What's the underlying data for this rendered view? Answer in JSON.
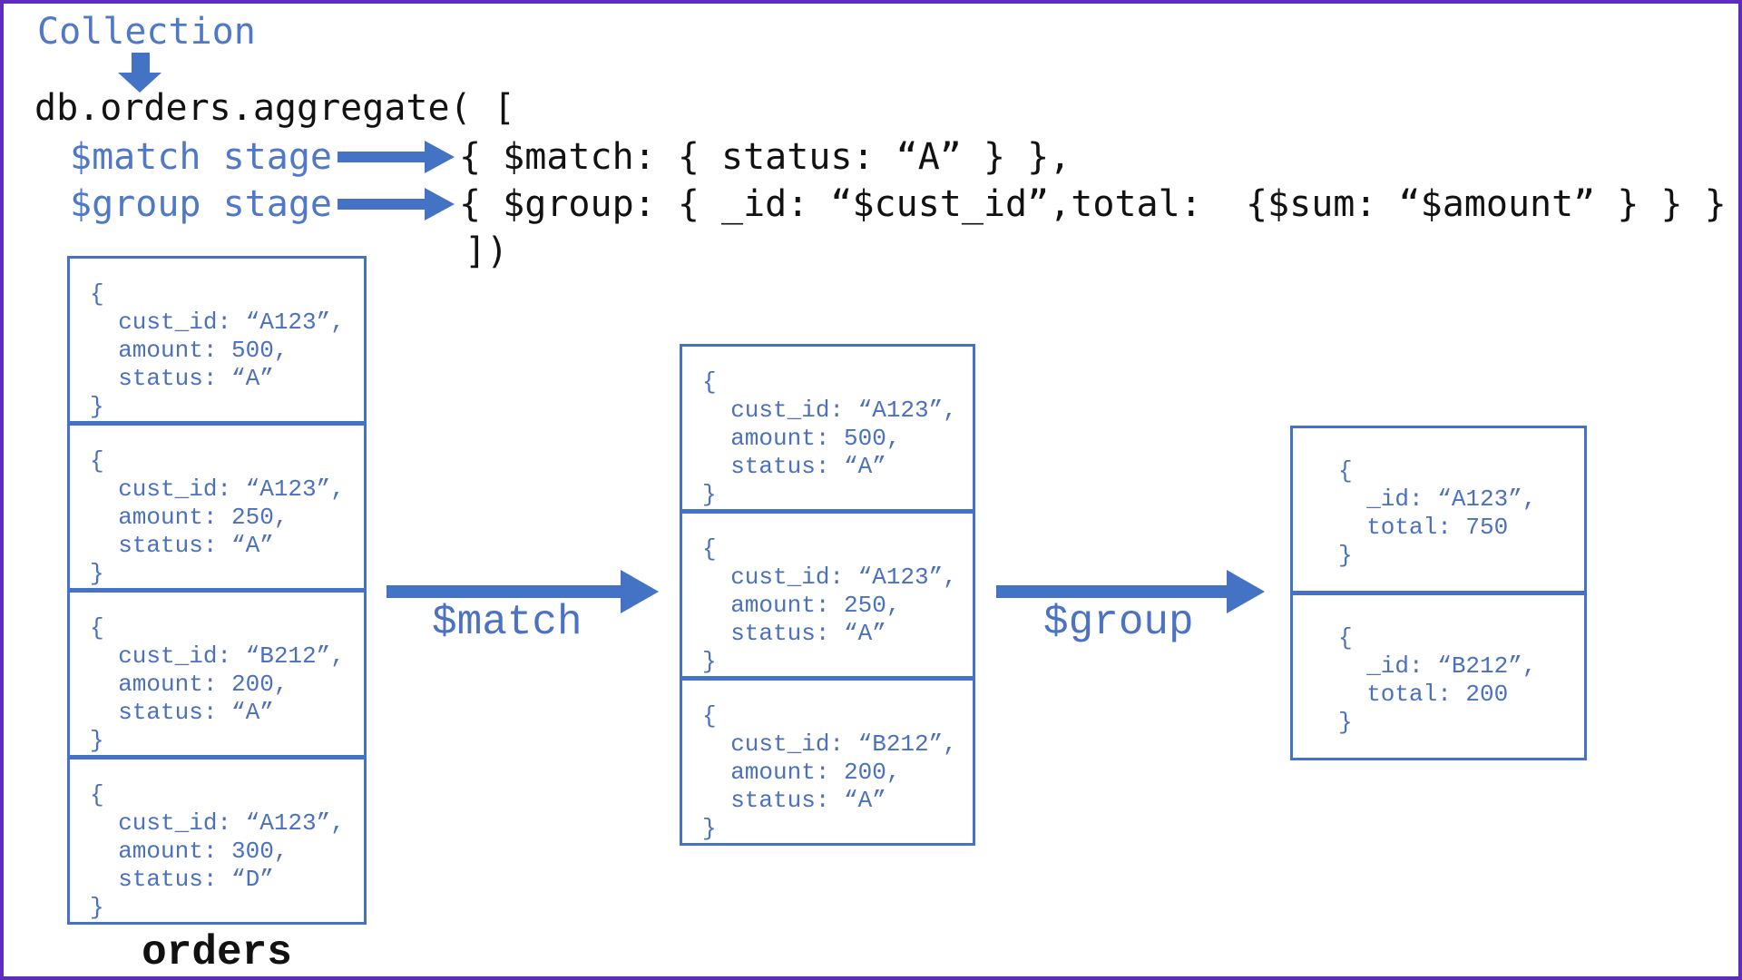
{
  "colors": {
    "shape_blue": "#4472C4",
    "header_label_blue": "#5078C8",
    "doc_text_blue": "#4A70BE",
    "code_black": "#121212",
    "frame_purple": "#5F2DBE"
  },
  "header": {
    "collection_label": "Collection",
    "aggregate_open": "db.orders.aggregate( [",
    "match_stage_label": "$match stage",
    "match_stage_code": "{ $match: { status: “A” } },",
    "group_stage_label": "$group stage",
    "group_stage_code": "{ $group: { _id: “$cust_id”,total:  {$sum: “$amount” } } }",
    "aggregate_close": "])"
  },
  "flow": {
    "match_arrow_label": "$match",
    "group_arrow_label": "$group"
  },
  "collections": {
    "orders": {
      "label": "orders",
      "docs": [
        [
          "{",
          "  cust_id: “A123”,",
          "  amount: 500,",
          "  status: “A”",
          "}"
        ],
        [
          "{",
          "  cust_id: “A123”,",
          "  amount: 250,",
          "  status: “A”",
          "}"
        ],
        [
          "{",
          "  cust_id: “B212”,",
          "  amount: 200,",
          "  status: “A”",
          "}"
        ],
        [
          "{",
          "  cust_id: “A123”,",
          "  amount: 300,",
          "  status: “D”",
          "}"
        ]
      ]
    },
    "after_match": {
      "docs": [
        [
          "{",
          "  cust_id: “A123”,",
          "  amount: 500,",
          "  status: “A”",
          "}"
        ],
        [
          "{",
          "  cust_id: “A123”,",
          "  amount: 250,",
          "  status: “A”",
          "}"
        ],
        [
          "{",
          "  cust_id: “B212”,",
          "  amount: 200,",
          "  status: “A”",
          "}"
        ]
      ]
    },
    "after_group": {
      "docs": [
        [
          "{",
          "  _id: “A123”,",
          "  total: 750",
          "}"
        ],
        [
          "{",
          "  _id: “B212”,",
          "  total: 200",
          "}"
        ]
      ]
    }
  }
}
